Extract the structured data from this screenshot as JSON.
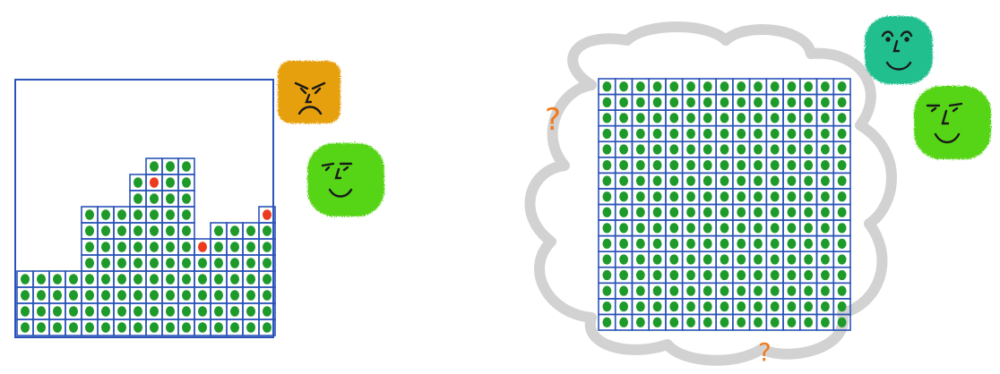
{
  "colors": {
    "background": "#ffffff",
    "grid_line": "#2b54b8",
    "cell_dot": "#1d9a2a",
    "highlight_dot": "#ec3a1e",
    "cloud": "#d2d2d2",
    "question_mark": "#f07a1e",
    "angry_face": "#e6a00c",
    "happy_face_green": "#57d412",
    "happy_face_teal": "#21bf8e",
    "face_ink": "#1a1a1a"
  },
  "left_panel": {
    "grid_cols": 16,
    "column_heights": [
      4,
      4,
      4,
      4,
      8,
      8,
      8,
      10,
      11,
      11,
      11,
      6,
      7,
      7,
      7,
      8
    ],
    "red_dots": [
      {
        "col": 8,
        "row_from_bottom": 10
      },
      {
        "col": 11,
        "row_from_bottom": 6
      },
      {
        "col": 15,
        "row_from_bottom": 8
      }
    ],
    "angry_face": {
      "icon": "angry-face",
      "expression": "angry"
    },
    "happy_face": {
      "icon": "happy-face",
      "expression": "smiling"
    }
  },
  "right_panel": {
    "grid_cols": 15,
    "grid_rows": 16,
    "question_marks": [
      "?",
      "?"
    ],
    "happy_face_top": {
      "icon": "happy-face",
      "expression": "smiling"
    },
    "happy_face_bottom": {
      "icon": "happy-face",
      "expression": "smiling"
    },
    "cloud": {
      "icon": "thought-cloud"
    }
  }
}
